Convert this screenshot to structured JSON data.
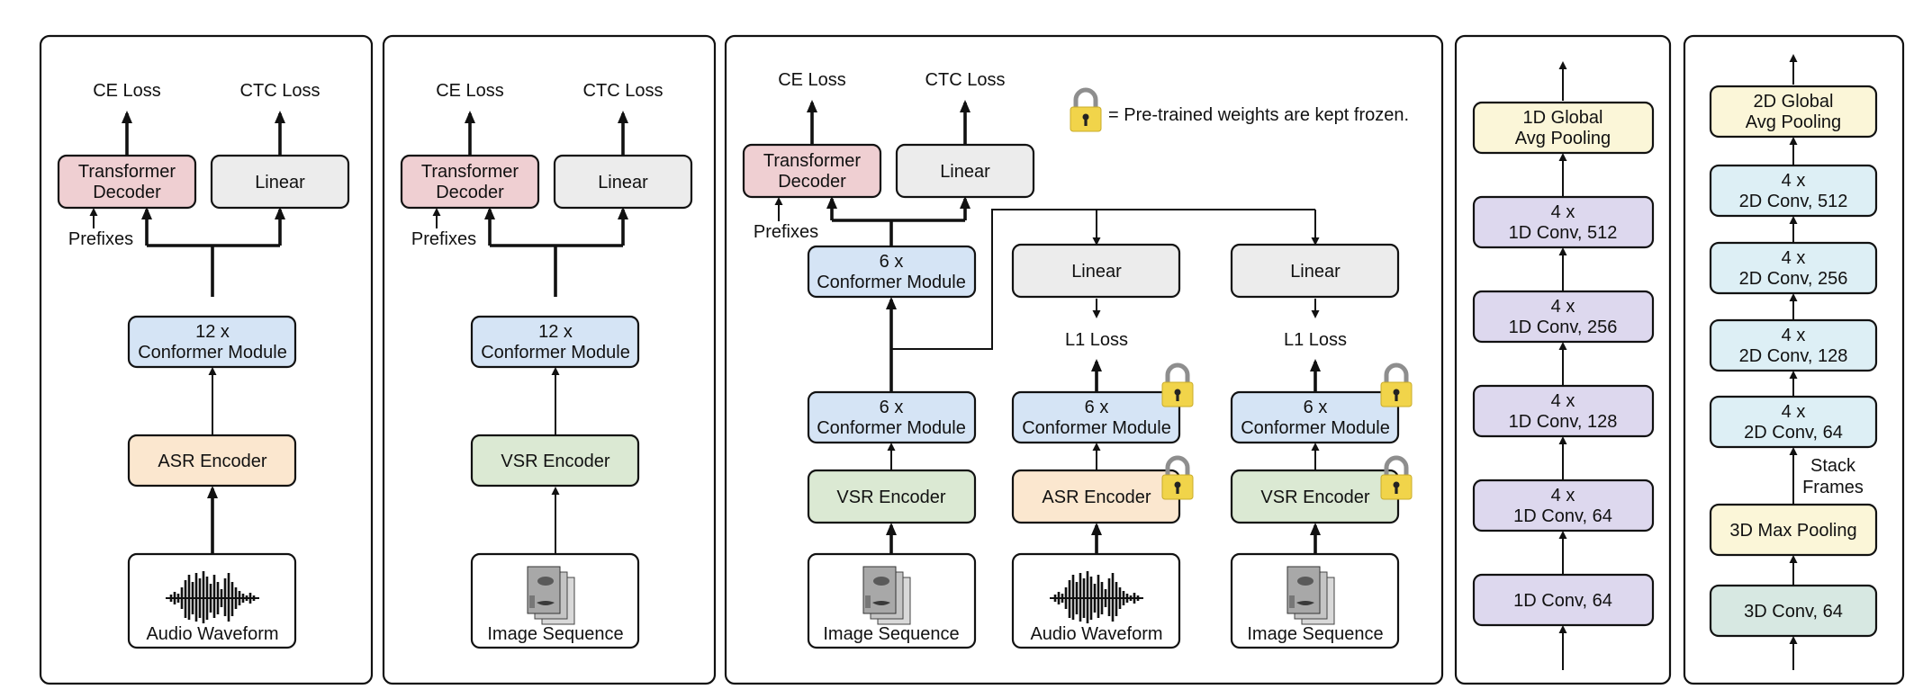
{
  "colors": {
    "decoder": "#efcfd2",
    "linear": "#ececec",
    "conformer": "#d5e4f5",
    "asr": "#fbe7cf",
    "vsr": "#dbe9d3",
    "conv1d": "#ddd8ee",
    "conv2d": "#ddeff5",
    "pool": "#fbf6d8",
    "conv3d": "#d7e8e2",
    "lock_body": "#f1d44a",
    "lock_shackle": "#8e8e8e"
  },
  "icons": [
    "padlock-icon",
    "waveform-icon",
    "face-image-sequence-icon",
    "arrow-icon"
  ],
  "legend": {
    "text": "= Pre-trained weights are kept frozen."
  },
  "panel_asr": {
    "ce_loss": "CE Loss",
    "ctc_loss": "CTC Loss",
    "decoder": [
      "Transformer",
      "Decoder"
    ],
    "linear": "Linear",
    "prefixes": "Prefixes",
    "conformer": [
      "12 x",
      "Conformer Module"
    ],
    "encoder": "ASR Encoder",
    "input": "Audio Waveform"
  },
  "panel_vsr": {
    "ce_loss": "CE Loss",
    "ctc_loss": "CTC Loss",
    "decoder": [
      "Transformer",
      "Decoder"
    ],
    "linear": "Linear",
    "prefixes": "Prefixes",
    "conformer": [
      "12 x",
      "Conformer Module"
    ],
    "encoder": "VSR Encoder",
    "input": "Image Sequence"
  },
  "panel_distill": {
    "ce_loss": "CE Loss",
    "ctc_loss": "CTC Loss",
    "decoder": [
      "Transformer",
      "Decoder"
    ],
    "linear": "Linear",
    "prefixes": "Prefixes",
    "conformer_top": [
      "6 x",
      "Conformer Module"
    ],
    "student": {
      "conformer": [
        "6 x",
        "Conformer Module"
      ],
      "encoder": "VSR Encoder",
      "input": "Image Sequence"
    },
    "teacher_asr": {
      "linear": "Linear",
      "loss": "L1 Loss",
      "conformer": [
        "6 x",
        "Conformer Module"
      ],
      "encoder": "ASR Encoder",
      "input": "Audio Waveform"
    },
    "teacher_vsr": {
      "linear": "Linear",
      "loss": "L1 Loss",
      "conformer": [
        "6 x",
        "Conformer Module"
      ],
      "encoder": "VSR Encoder",
      "input": "Image Sequence"
    }
  },
  "panel_1d": {
    "pool": [
      "1D Global",
      "Avg Pooling"
    ],
    "blocks": [
      [
        "4 x",
        "1D Conv, 512"
      ],
      [
        "4 x",
        "1D Conv, 256"
      ],
      [
        "4 x",
        "1D Conv, 128"
      ],
      [
        "4 x",
        "1D Conv, 64"
      ]
    ],
    "first": "1D Conv, 64"
  },
  "panel_2d": {
    "pool": [
      "2D Global",
      "Avg Pooling"
    ],
    "blocks": [
      [
        "4 x",
        "2D Conv, 512"
      ],
      [
        "4 x",
        "2D Conv, 256"
      ],
      [
        "4 x",
        "2D Conv, 128"
      ],
      [
        "4 x",
        "2D Conv, 64"
      ]
    ],
    "stack": [
      "Stack",
      "Frames"
    ],
    "maxpool": "3D Max Pooling",
    "first": "3D Conv, 64"
  }
}
